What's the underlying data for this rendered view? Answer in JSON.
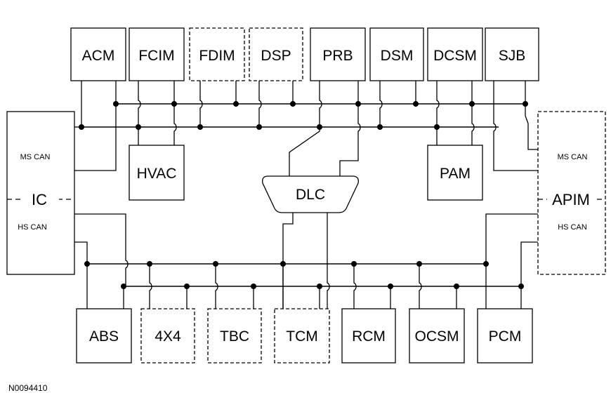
{
  "diagram": {
    "top_modules": [
      {
        "id": "acm",
        "label": "ACM",
        "dashed": false
      },
      {
        "id": "fcim",
        "label": "FCIM",
        "dashed": false
      },
      {
        "id": "fdim",
        "label": "FDIM",
        "dashed": true
      },
      {
        "id": "dsp",
        "label": "DSP",
        "dashed": true
      },
      {
        "id": "prb",
        "label": "PRB",
        "dashed": false
      },
      {
        "id": "dsm",
        "label": "DSM",
        "dashed": false
      },
      {
        "id": "dcsm",
        "label": "DCSM",
        "dashed": false
      },
      {
        "id": "sjb",
        "label": "SJB",
        "dashed": false
      }
    ],
    "bottom_modules": [
      {
        "id": "abs",
        "label": "ABS",
        "dashed": false
      },
      {
        "id": "4x4",
        "label": "4X4",
        "dashed": true
      },
      {
        "id": "tbc",
        "label": "TBC",
        "dashed": true
      },
      {
        "id": "tcm",
        "label": "TCM",
        "dashed": true
      },
      {
        "id": "rcm",
        "label": "RCM",
        "dashed": false
      },
      {
        "id": "ocsm",
        "label": "OCSM",
        "dashed": false
      },
      {
        "id": "pcm",
        "label": "PCM",
        "dashed": false
      }
    ],
    "middle_modules": {
      "hvac": "HVAC",
      "pam": "PAM",
      "dlc": "DLC"
    },
    "ic": {
      "label": "IC",
      "ms_can": "MS CAN",
      "hs_can": "HS CAN"
    },
    "apim": {
      "label": "APIM",
      "ms_can": "MS CAN",
      "hs_can": "HS CAN"
    },
    "figure_id": "N0094410"
  }
}
